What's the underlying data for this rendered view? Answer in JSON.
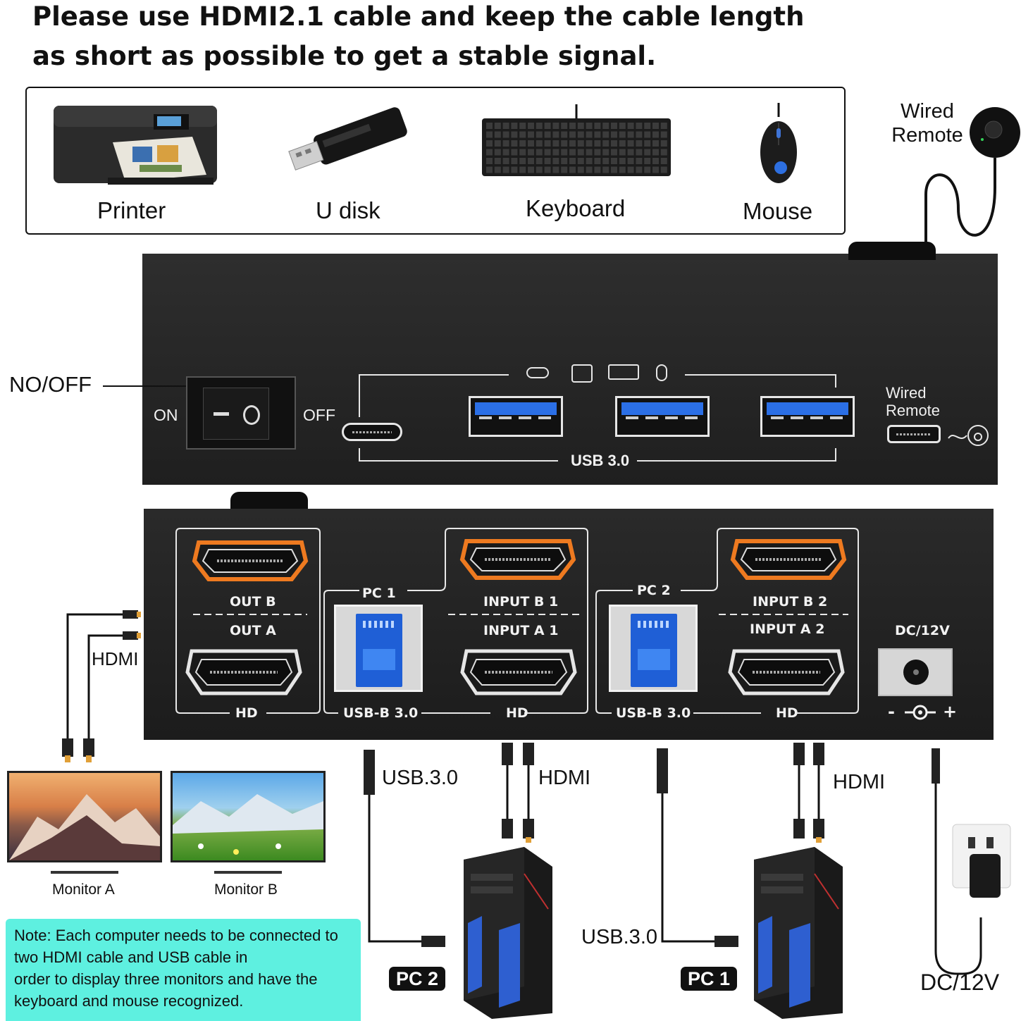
{
  "headline": {
    "line1": "Please use HDMI2.1 cable and keep the cable length",
    "line2": "as short as possible to get a stable signal."
  },
  "peripherals": {
    "printer": "Printer",
    "udisk": "U disk",
    "keyboard": "Keyboard",
    "mouse": "Mouse"
  },
  "remote": {
    "line1": "Wired",
    "line2": "Remote"
  },
  "front_panel": {
    "power_callout": "NO/OFF",
    "on_label": "ON",
    "off_label": "OFF",
    "usb_label": "USB 3.0",
    "remote_port_line1": "Wired",
    "remote_port_line2": "Remote"
  },
  "rear_panel": {
    "out_b": "OUT B",
    "out_a": "OUT A",
    "hd_1": "HD",
    "pc1_group": "PC 1",
    "input_b1": "INPUT B 1",
    "input_a1": "INPUT A 1",
    "usbb_1": "USB-B 3.0",
    "hd_2": "HD",
    "pc2_group": "PC 2",
    "input_b2": "INPUT B 2",
    "input_a2": "INPUT A 2",
    "usbb_2": "USB-B 3.0",
    "hd_3": "HD",
    "dc": "DC/12V",
    "polarity_minus": "-",
    "polarity_plus": "+"
  },
  "cables": {
    "hdmi_left": "HDMI",
    "usb_pc2": "USB.3.0",
    "hdmi_pc2": "HDMI",
    "hdmi_pc1": "HDMI",
    "usb_pc1": "USB.3.0",
    "dc_power": "DC/12V"
  },
  "monitors": {
    "a": "Monitor A",
    "b": "Monitor B"
  },
  "computers": {
    "pc2": "PC 2",
    "pc1": "PC 1"
  },
  "note": {
    "line1": "Note: Each computer needs to be connected to",
    "line2": "two HDMI cable and USB cable in",
    "line3": "order to display three monitors and have the",
    "line4": "keyboard and mouse recognized."
  },
  "colors": {
    "panel": "#222222",
    "hdmi_orange": "#e8731f",
    "usb_blue": "#1f5fd6",
    "note_bg": "#5ef0e0"
  }
}
